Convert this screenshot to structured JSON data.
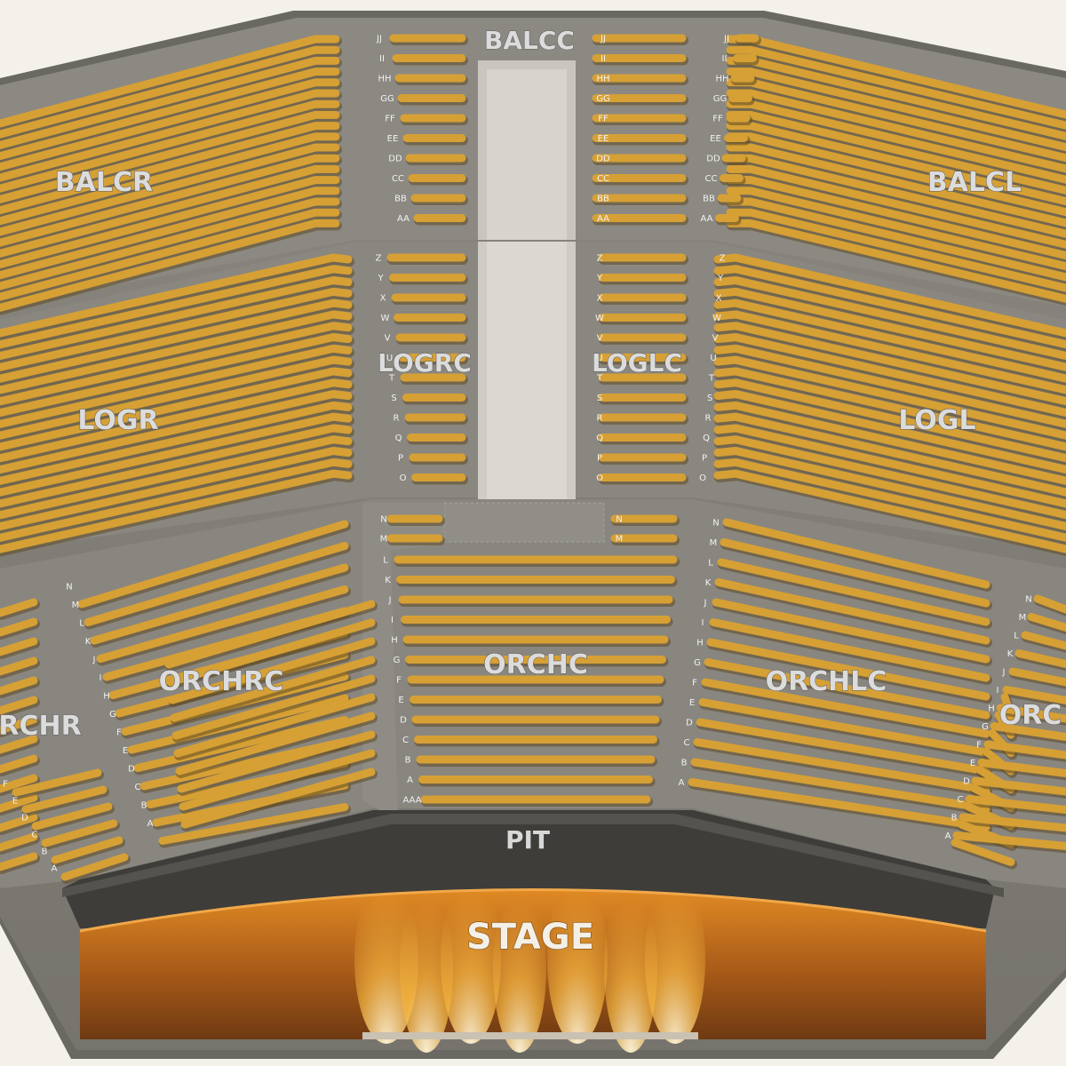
{
  "title": "",
  "colors": {
    "page_bg": "#f4f1ea",
    "floor": "#7e7b74",
    "seat": "#d6a035",
    "aisle": "#b8b6b0",
    "stage": "#b86a1c",
    "pit": "#3a3a36"
  },
  "sections": {
    "balcr": {
      "label": "BALCR"
    },
    "balcc": {
      "label": "BALCC"
    },
    "balcl": {
      "label": "BALCL"
    },
    "logr": {
      "label": "LOGR"
    },
    "logrc": {
      "label": "LOGRC"
    },
    "loglc": {
      "label": "LOGLC"
    },
    "logl": {
      "label": "LOGL"
    },
    "orchr": {
      "label": "RCHR"
    },
    "orchrc": {
      "label": "ORCHRC"
    },
    "orchc": {
      "label": "ORCHC"
    },
    "orchlc": {
      "label": "ORCHLC"
    },
    "orchl": {
      "label": "ORC"
    }
  },
  "pit": {
    "label": "PIT"
  },
  "stage": {
    "label": "STAGE"
  },
  "rows": {
    "balcony": [
      "JJ",
      "II",
      "HH",
      "GG",
      "FF",
      "EE",
      "DD",
      "CC",
      "BB",
      "AA"
    ],
    "loge": [
      "Z",
      "Y",
      "X",
      "W",
      "V",
      "U",
      "T",
      "S",
      "R",
      "Q",
      "P",
      "O"
    ],
    "orch_center_top": [
      "N",
      "M"
    ],
    "orch_center": [
      "L",
      "K",
      "J",
      "I",
      "H",
      "G",
      "F",
      "E",
      "D",
      "C",
      "B",
      "A",
      "AAA"
    ],
    "orch_side": [
      "N",
      "M",
      "L",
      "K",
      "J",
      "I",
      "H",
      "G",
      "F",
      "E",
      "D",
      "C",
      "B",
      "A"
    ],
    "orch_outer_right": [
      "F",
      "E",
      "D",
      "C",
      "B",
      "A"
    ],
    "orch_outer_left": [
      "N",
      "M",
      "L",
      "K",
      "J",
      "I",
      "H",
      "G",
      "F",
      "E",
      "D",
      "C",
      "B",
      "A"
    ]
  }
}
